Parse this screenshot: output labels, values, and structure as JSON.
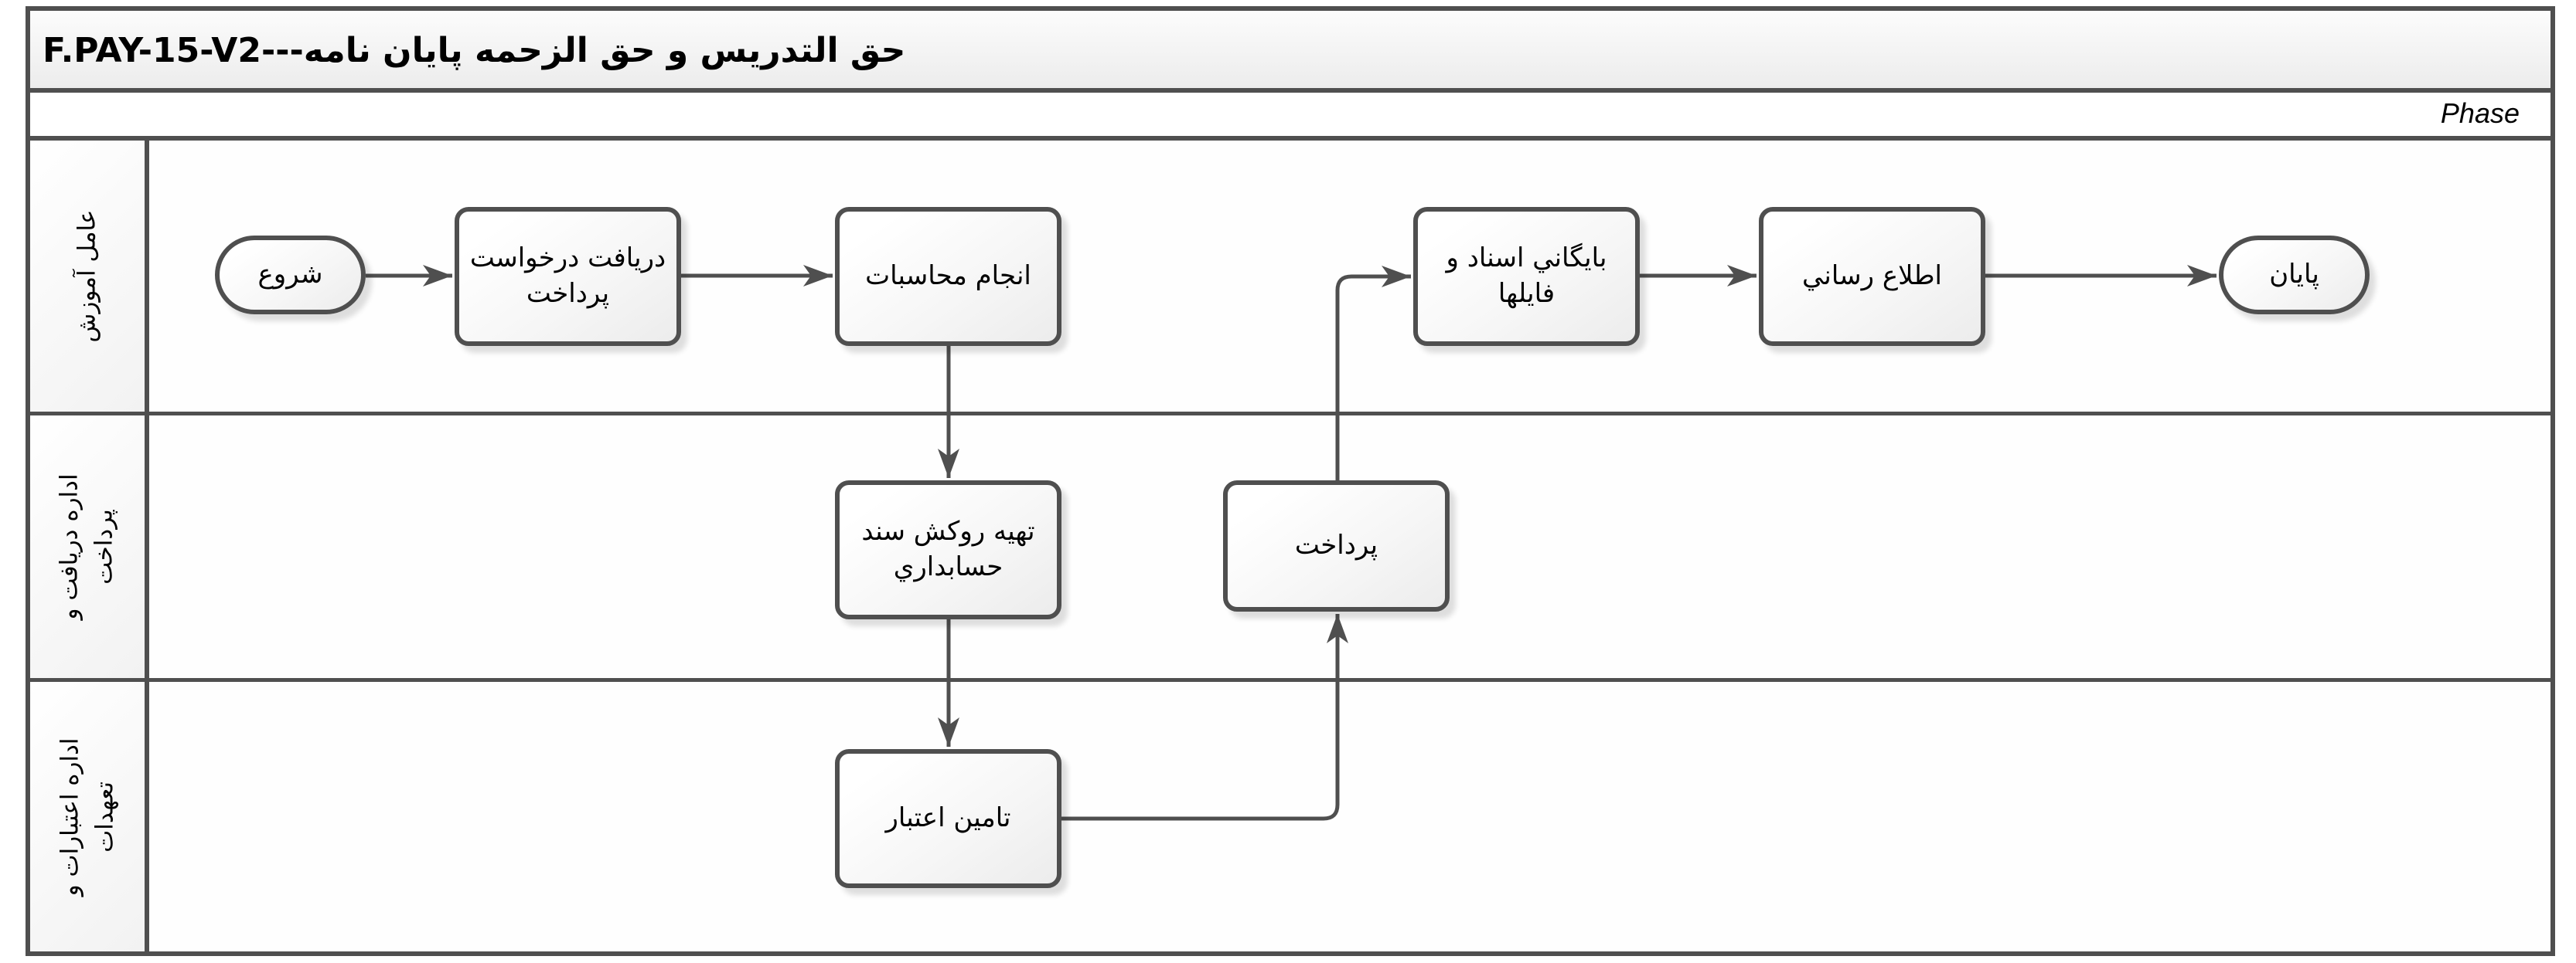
{
  "title": "حق التدريس و حق الزحمه پايان نامه---F.PAY-15-V2",
  "phase_label": "Phase",
  "lanes": [
    {
      "label": "عامل آموزش",
      "lines": [
        "عامل آموزش"
      ]
    },
    {
      "label": "اداره دريافت و پرداخت",
      "lines": [
        "اداره دريافت و",
        "پرداخت"
      ]
    },
    {
      "label": "اداره اعتبارات و تعهدات",
      "lines": [
        "اداره اعتبارات و",
        "تعهدات"
      ]
    }
  ],
  "nodes": {
    "start": {
      "label": "شروع",
      "type": "start",
      "lane": 0
    },
    "receive_request": {
      "label": "دريافت درخواست پرداخت",
      "type": "task",
      "lane": 0
    },
    "do_calculations": {
      "label": "انجام محاسبات",
      "type": "task",
      "lane": 0
    },
    "archive_docs": {
      "label": "بايگاني اسناد و فايلها",
      "type": "task",
      "lane": 0
    },
    "notify": {
      "label": "اطلاع رساني",
      "type": "task",
      "lane": 0
    },
    "end": {
      "label": "پايان",
      "type": "end",
      "lane": 0
    },
    "prepare_voucher": {
      "label": "تهيه روكش سند حسابداري",
      "type": "task",
      "lane": 1
    },
    "payment": {
      "label": "پرداخت",
      "type": "task",
      "lane": 1
    },
    "secure_funding": {
      "label": "تامين اعتبار",
      "type": "task",
      "lane": 2
    }
  },
  "edges": [
    {
      "from": "start",
      "to": "receive_request"
    },
    {
      "from": "receive_request",
      "to": "do_calculations"
    },
    {
      "from": "do_calculations",
      "to": "prepare_voucher"
    },
    {
      "from": "prepare_voucher",
      "to": "secure_funding"
    },
    {
      "from": "secure_funding",
      "to": "payment"
    },
    {
      "from": "payment",
      "to": "archive_docs"
    },
    {
      "from": "archive_docs",
      "to": "notify"
    },
    {
      "from": "notify",
      "to": "end"
    }
  ],
  "colors": {
    "border": "#4f4f4f",
    "node_fill_light": "#ffffff",
    "node_fill_dark": "#ececec",
    "title_bar_fill": "#ececec",
    "background": "#ffffff",
    "shadow": "rgba(0,0,0,0.13)"
  }
}
